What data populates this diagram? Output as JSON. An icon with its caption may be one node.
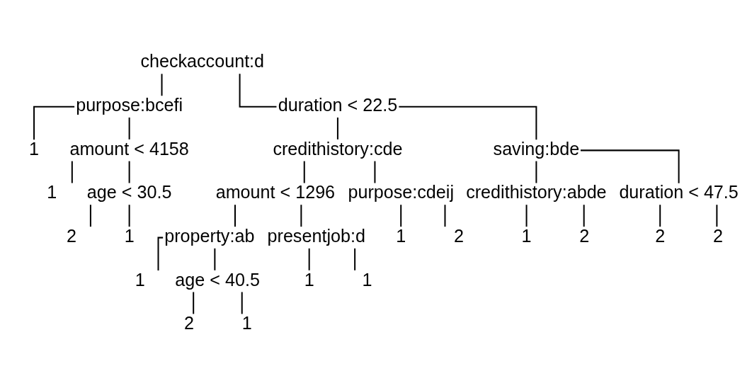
{
  "diagram": {
    "nodes": [
      {
        "text": [
          "checkaccount:d"
        ]
      },
      {
        "text": [
          "purpose:bcefi"
        ]
      },
      {
        "text": [
          "1"
        ]
      },
      {
        "text": [
          "amount < 4158"
        ]
      },
      {
        "text": [
          "1"
        ]
      },
      {
        "text": [
          "age < 30.5"
        ]
      },
      {
        "text": [
          "2"
        ]
      },
      {
        "text": [
          "1"
        ]
      },
      {
        "text": [
          "duration < 22.5"
        ]
      },
      {
        "text": [
          "credithistory:cde"
        ]
      },
      {
        "text": [
          "amount < 1296"
        ]
      },
      {
        "text": [
          "property:ab"
        ]
      },
      {
        "text": [
          "1"
        ]
      },
      {
        "text": [
          "age < 40.5"
        ]
      },
      {
        "text": [
          "2"
        ]
      },
      {
        "text": [
          "1"
        ]
      },
      {
        "text": [
          "presentjob:d"
        ]
      },
      {
        "text": [
          "1"
        ]
      },
      {
        "text": [
          "1"
        ]
      },
      {
        "text": [
          "purpose:cdeij"
        ]
      },
      {
        "text": [
          "1"
        ]
      },
      {
        "text": [
          "2"
        ]
      },
      {
        "text": [
          "saving:bde"
        ]
      },
      {
        "text": [
          "credithistory:abde"
        ]
      },
      {
        "text": [
          "1"
        ]
      },
      {
        "text": [
          "2"
        ]
      },
      {
        "text": [
          "duration < 47.5"
        ]
      },
      {
        "text": [
          "2"
        ]
      },
      {
        "text": [
          "2"
        ]
      }
    ],
    "edges": [
      {
        "from": 0,
        "to": 1,
        "arrow": "none"
      },
      {
        "from": 0,
        "to": 8,
        "arrow": "none"
      },
      {
        "from": 1,
        "to": 2,
        "arrow": "none"
      },
      {
        "from": 1,
        "to": 3,
        "arrow": "none"
      },
      {
        "from": 3,
        "to": 4,
        "arrow": "none"
      },
      {
        "from": 3,
        "to": 5,
        "arrow": "none"
      },
      {
        "from": 5,
        "to": 6,
        "arrow": "none"
      },
      {
        "from": 5,
        "to": 7,
        "arrow": "none"
      },
      {
        "from": 8,
        "to": 9,
        "arrow": "none"
      },
      {
        "from": 8,
        "to": 22,
        "arrow": "none"
      },
      {
        "from": 9,
        "to": 10,
        "arrow": "none"
      },
      {
        "from": 9,
        "to": 19,
        "arrow": "none"
      },
      {
        "from": 10,
        "to": 11,
        "arrow": "none"
      },
      {
        "from": 10,
        "to": 16,
        "arrow": "none"
      },
      {
        "from": 11,
        "to": 12,
        "arrow": "none"
      },
      {
        "from": 11,
        "to": 13,
        "arrow": "none"
      },
      {
        "from": 13,
        "to": 14,
        "arrow": "none"
      },
      {
        "from": 13,
        "to": 15,
        "arrow": "none"
      },
      {
        "from": 16,
        "to": 17,
        "arrow": "none"
      },
      {
        "from": 16,
        "to": 18,
        "arrow": "none"
      },
      {
        "from": 19,
        "to": 20,
        "arrow": "none"
      },
      {
        "from": 19,
        "to": 21,
        "arrow": "none"
      },
      {
        "from": 22,
        "to": 23,
        "arrow": "none"
      },
      {
        "from": 22,
        "to": 26,
        "arrow": "none"
      },
      {
        "from": 23,
        "to": 24,
        "arrow": "none"
      },
      {
        "from": 23,
        "to": 25,
        "arrow": "none"
      },
      {
        "from": 26,
        "to": 27,
        "arrow": "none"
      },
      {
        "from": 26,
        "to": 28,
        "arrow": "none"
      }
    ]
  }
}
